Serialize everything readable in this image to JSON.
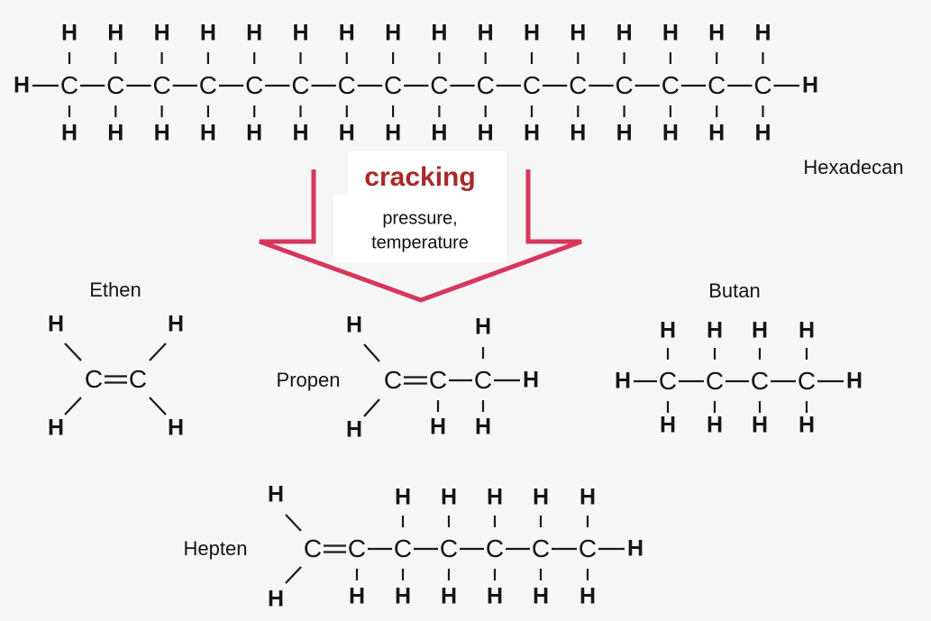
{
  "reaction": {
    "process": "cracking",
    "conditions": [
      "pressure,",
      "temperature"
    ],
    "arrow_color": "#d6375a",
    "label_color": "#a82a2a"
  },
  "reactant": {
    "name": "Hexadecan",
    "carbons": 16,
    "bond_type": "single"
  },
  "products": [
    {
      "name": "Ethen",
      "carbons": 2,
      "structure": "H2C=CH2"
    },
    {
      "name": "Propen",
      "carbons": 3,
      "structure": "H2C=CH-CH3"
    },
    {
      "name": "Butan",
      "carbons": 4,
      "structure": "CH3-CH2-CH2-CH3"
    },
    {
      "name": "Hepten",
      "carbons": 7,
      "structure": "H2C=CH-CH2-CH2-CH2-CH2-CH3"
    }
  ],
  "atoms": {
    "carbon": "C",
    "hydrogen": "H"
  }
}
